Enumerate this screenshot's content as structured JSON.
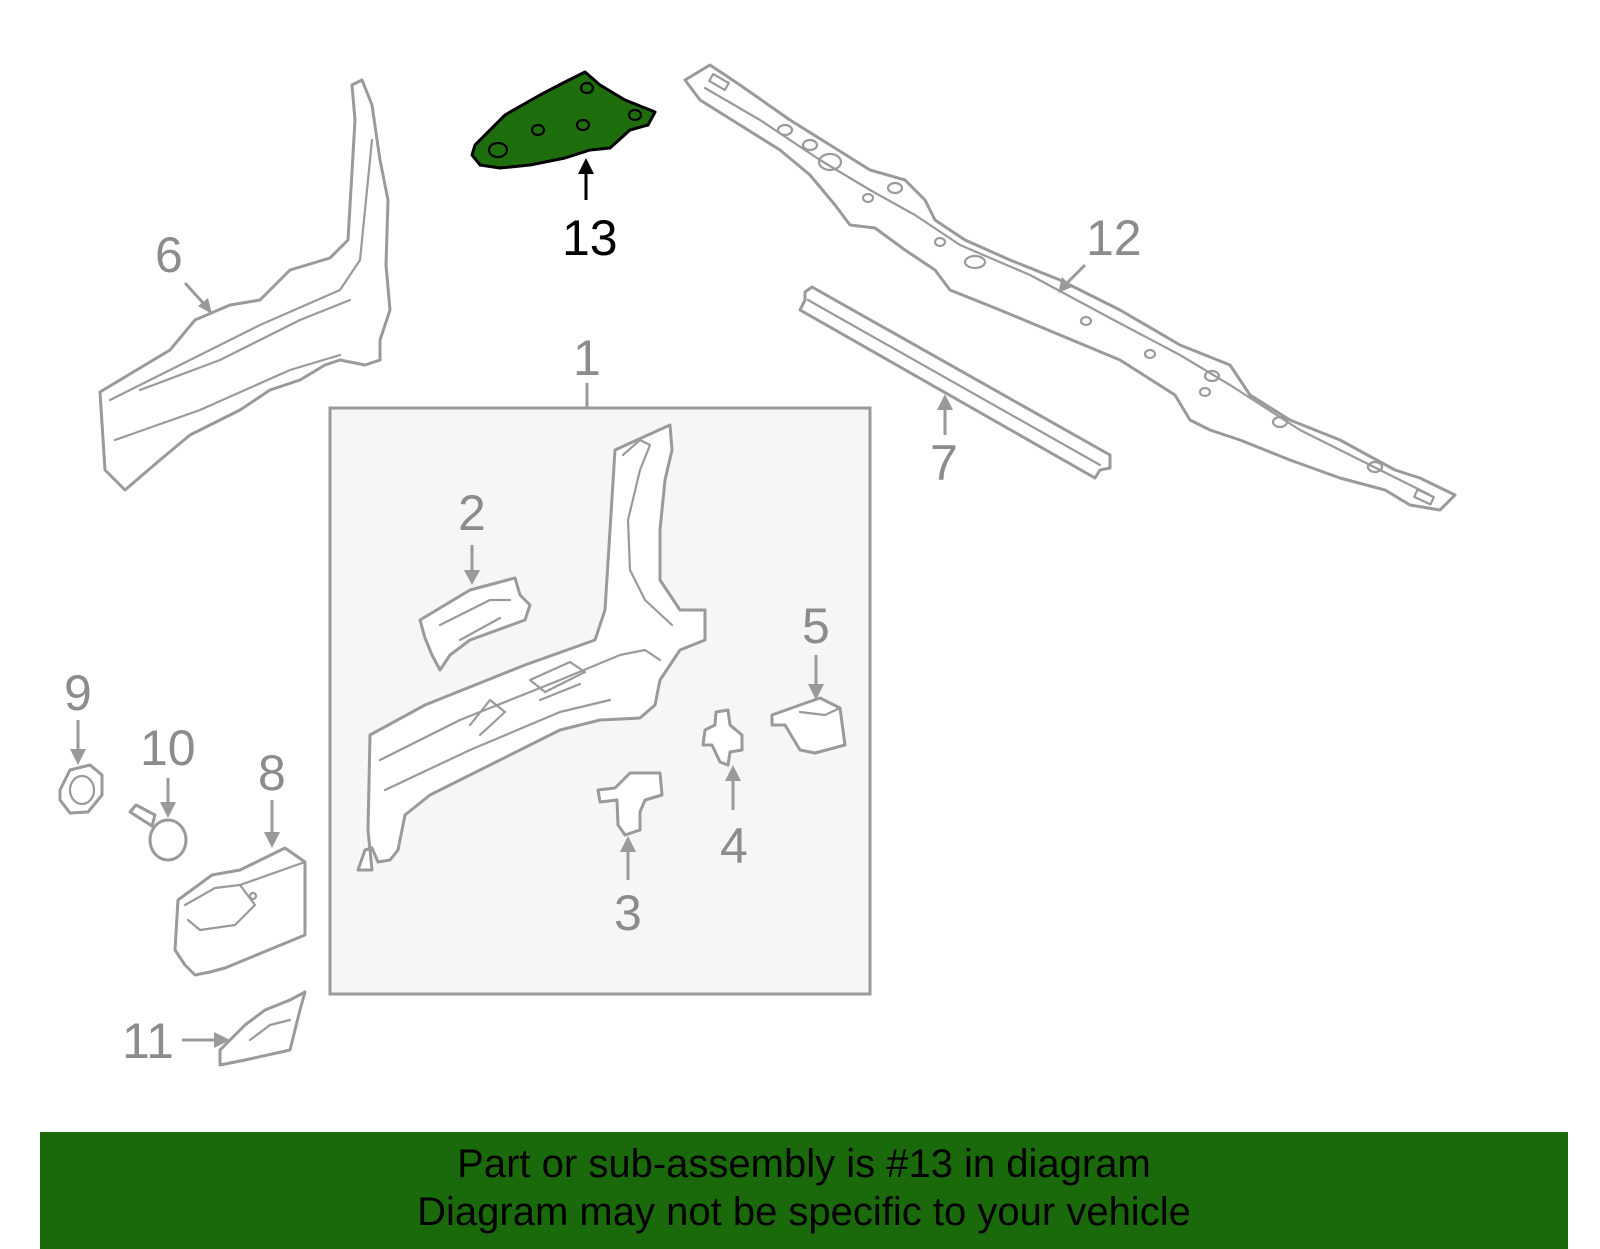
{
  "diagram": {
    "highlight_color": "#1e6e0e",
    "callouts": {
      "c1": "1",
      "c2": "2",
      "c3": "3",
      "c4": "4",
      "c5": "5",
      "c6": "6",
      "c7": "7",
      "c8": "8",
      "c9": "9",
      "c10": "10",
      "c11": "11",
      "c12": "12",
      "c13": "13"
    },
    "highlighted_callout": "13"
  },
  "banner": {
    "background": "#1a6a0b",
    "line1": "Part or sub-assembly is #13 in diagram",
    "line2": "Diagram may not be specific to your vehicle"
  }
}
